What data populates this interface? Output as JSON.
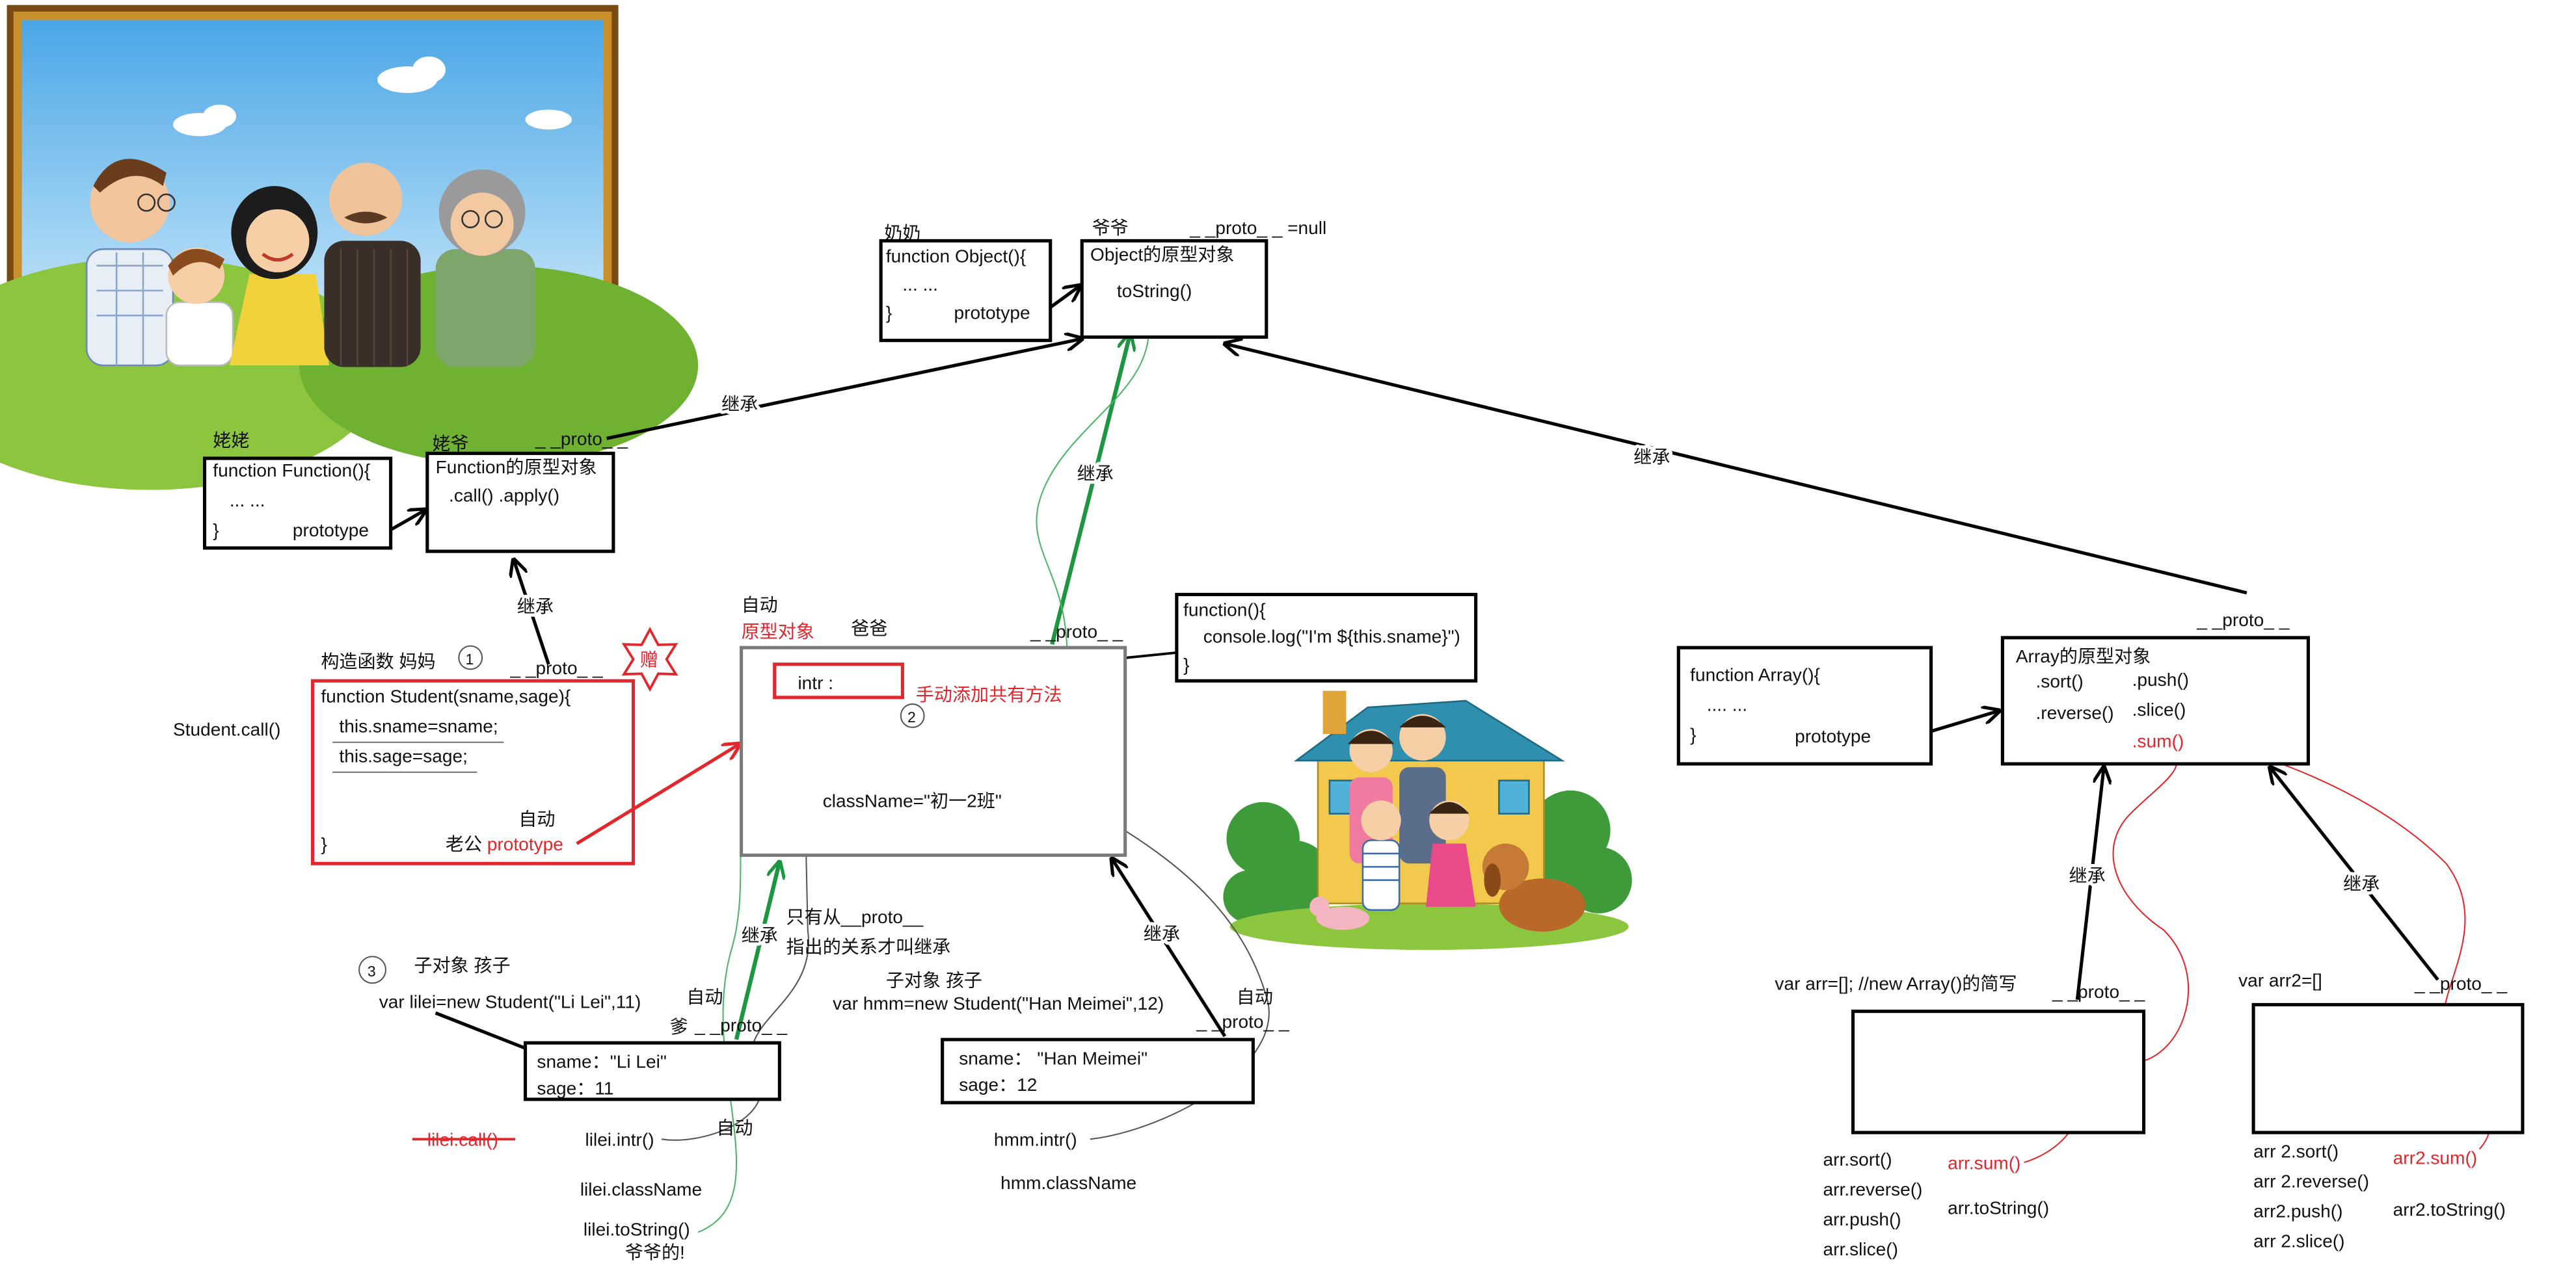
{
  "colors": {
    "accent_red": "#e3262b",
    "inherit_green": "#1c9640",
    "box_border": "#000000",
    "prototype_box_border": "#7a7a7a"
  },
  "object_section": {
    "grandma_label": "奶奶",
    "ctor_lines": [
      "function Object(){",
      "... ...",
      "}"
    ],
    "ctor_prototype": "prototype",
    "grandpa_label": "爷爷",
    "proto_null": "_ _proto_ _  =null",
    "proto_title": "Object的原型对象",
    "proto_method": "toString()"
  },
  "function_section": {
    "grandma_label": "姥姥",
    "ctor_lines": [
      "function Function(){",
      "... ...",
      "}"
    ],
    "ctor_prototype": "prototype",
    "grandpa_label": "姥爷",
    "proto_label": "_ _proto_ _",
    "proto_title": "Function的原型对象",
    "proto_methods": ".call()  .apply()",
    "inherit_label": "继承"
  },
  "student_section": {
    "inherit_label": "继承",
    "mother_label": "构造函数 妈妈",
    "step_number": "1",
    "proto_label": "_ _proto_ _",
    "gift_label": "赠",
    "ctor_lines": [
      "function Student(sname,sage){",
      "this.sname=sname;",
      "this.sage=sage;",
      "}"
    ],
    "auto_label": "自动",
    "husband_label": "老公",
    "ctor_prototype": "prototype",
    "call_note": "Student.call()"
  },
  "student_prototype": {
    "auto_label": "自动",
    "title": "原型对象",
    "father_label": "爸爸",
    "proto_label": "_ _proto_ _",
    "intr_label": "intr :",
    "manual_note": "手动添加共有方法",
    "step_number": "2",
    "class_name": "className=\"初一2班\"",
    "inherit_label": "继承",
    "method_lines": [
      "function(){",
      "console.log(\"I'm ${this.sname}\")",
      "}"
    ]
  },
  "lilei": {
    "step_number": "3",
    "child_label": "子对象 孩子",
    "declaration": "var lilei=new Student(\"Li Lei\",11)",
    "auto_label": "自动",
    "dad_label": "爹",
    "proto_label": "_ _proto_ _",
    "fields": [
      "sname：\"Li Lei\"",
      "sage：11"
    ],
    "inherit_label": "继承",
    "inherit_note": [
      "只有从__proto__",
      "指出的关系才叫继承"
    ],
    "calls": {
      "call": "lilei.call()",
      "intr": "lilei.intr()",
      "intr_auto": "自动",
      "class_name": "lilei.className",
      "to_string": "lilei.toString()",
      "to_string_note": "爷爷的!"
    }
  },
  "hmm": {
    "child_label": "子对象 孩子",
    "declaration": "var hmm=new Student(\"Han Meimei\",12)",
    "auto_label": "自动",
    "proto_label": "_ _proto_ _",
    "fields": [
      "sname：  \"Han Meimei\"",
      "sage：12"
    ],
    "inherit_label": "继承",
    "calls": {
      "intr": "hmm.intr()",
      "class_name": "hmm.className"
    }
  },
  "array_section": {
    "inherit_label": "继承",
    "proto_label": "_ _proto_ _",
    "ctor_lines": [
      "function Array(){",
      ".... ...",
      "}"
    ],
    "ctor_prototype": "prototype",
    "proto_title": "Array的原型对象",
    "proto_methods": [
      ".sort()",
      ".push()",
      ".reverse()",
      ".slice()"
    ],
    "custom_method": ".sum()"
  },
  "arr": {
    "declaration": "var arr=[]; //new Array()的简写",
    "proto_label": "_ _proto_ _",
    "inherit_label": "继承",
    "calls": [
      "arr.sort()",
      "arr.reverse()",
      "arr.push()",
      "arr.slice()"
    ],
    "sum_call": "arr.sum()",
    "to_string_call": "arr.toString()"
  },
  "arr2": {
    "declaration": "var arr2=[]",
    "proto_label": "_ _proto_ _",
    "inherit_label": "继承",
    "calls": [
      "arr 2.sort()",
      "arr 2.reverse()",
      "arr2.push()",
      "arr 2.slice()"
    ],
    "sum_call": "arr2.sum()",
    "to_string_call": "arr2.toString()"
  }
}
